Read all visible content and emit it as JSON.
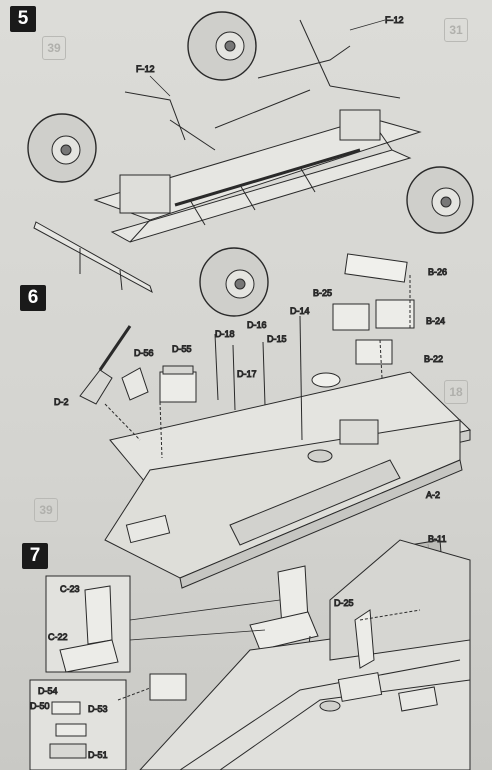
{
  "steps": {
    "five": "5",
    "six": "6",
    "seven": "7"
  },
  "ghost_marks": {
    "top_right": "31",
    "top_left": "39",
    "mid_right": "18",
    "mid_left": "39"
  },
  "parts": {
    "f12_top": "F-12",
    "f12_left": "F-12",
    "b26": "B-26",
    "b25": "B-25",
    "b24": "B-24",
    "b22": "B-22",
    "d14": "D-14",
    "d16": "D-16",
    "d18": "D-18",
    "d15": "D-15",
    "d56": "D-56",
    "d55": "D-55",
    "d17": "D-17",
    "d2": "D-2",
    "a2": "A-2",
    "b11": "B-11",
    "c23": "C-23",
    "c22": "C-22",
    "d25": "D-25",
    "d54": "D-54",
    "d50": "D-50",
    "d53": "D-53",
    "d51": "D-51"
  },
  "colors": {
    "paper": "#d9d9d6",
    "ink": "#1e1e1e",
    "badge": "#1a1a1a"
  }
}
